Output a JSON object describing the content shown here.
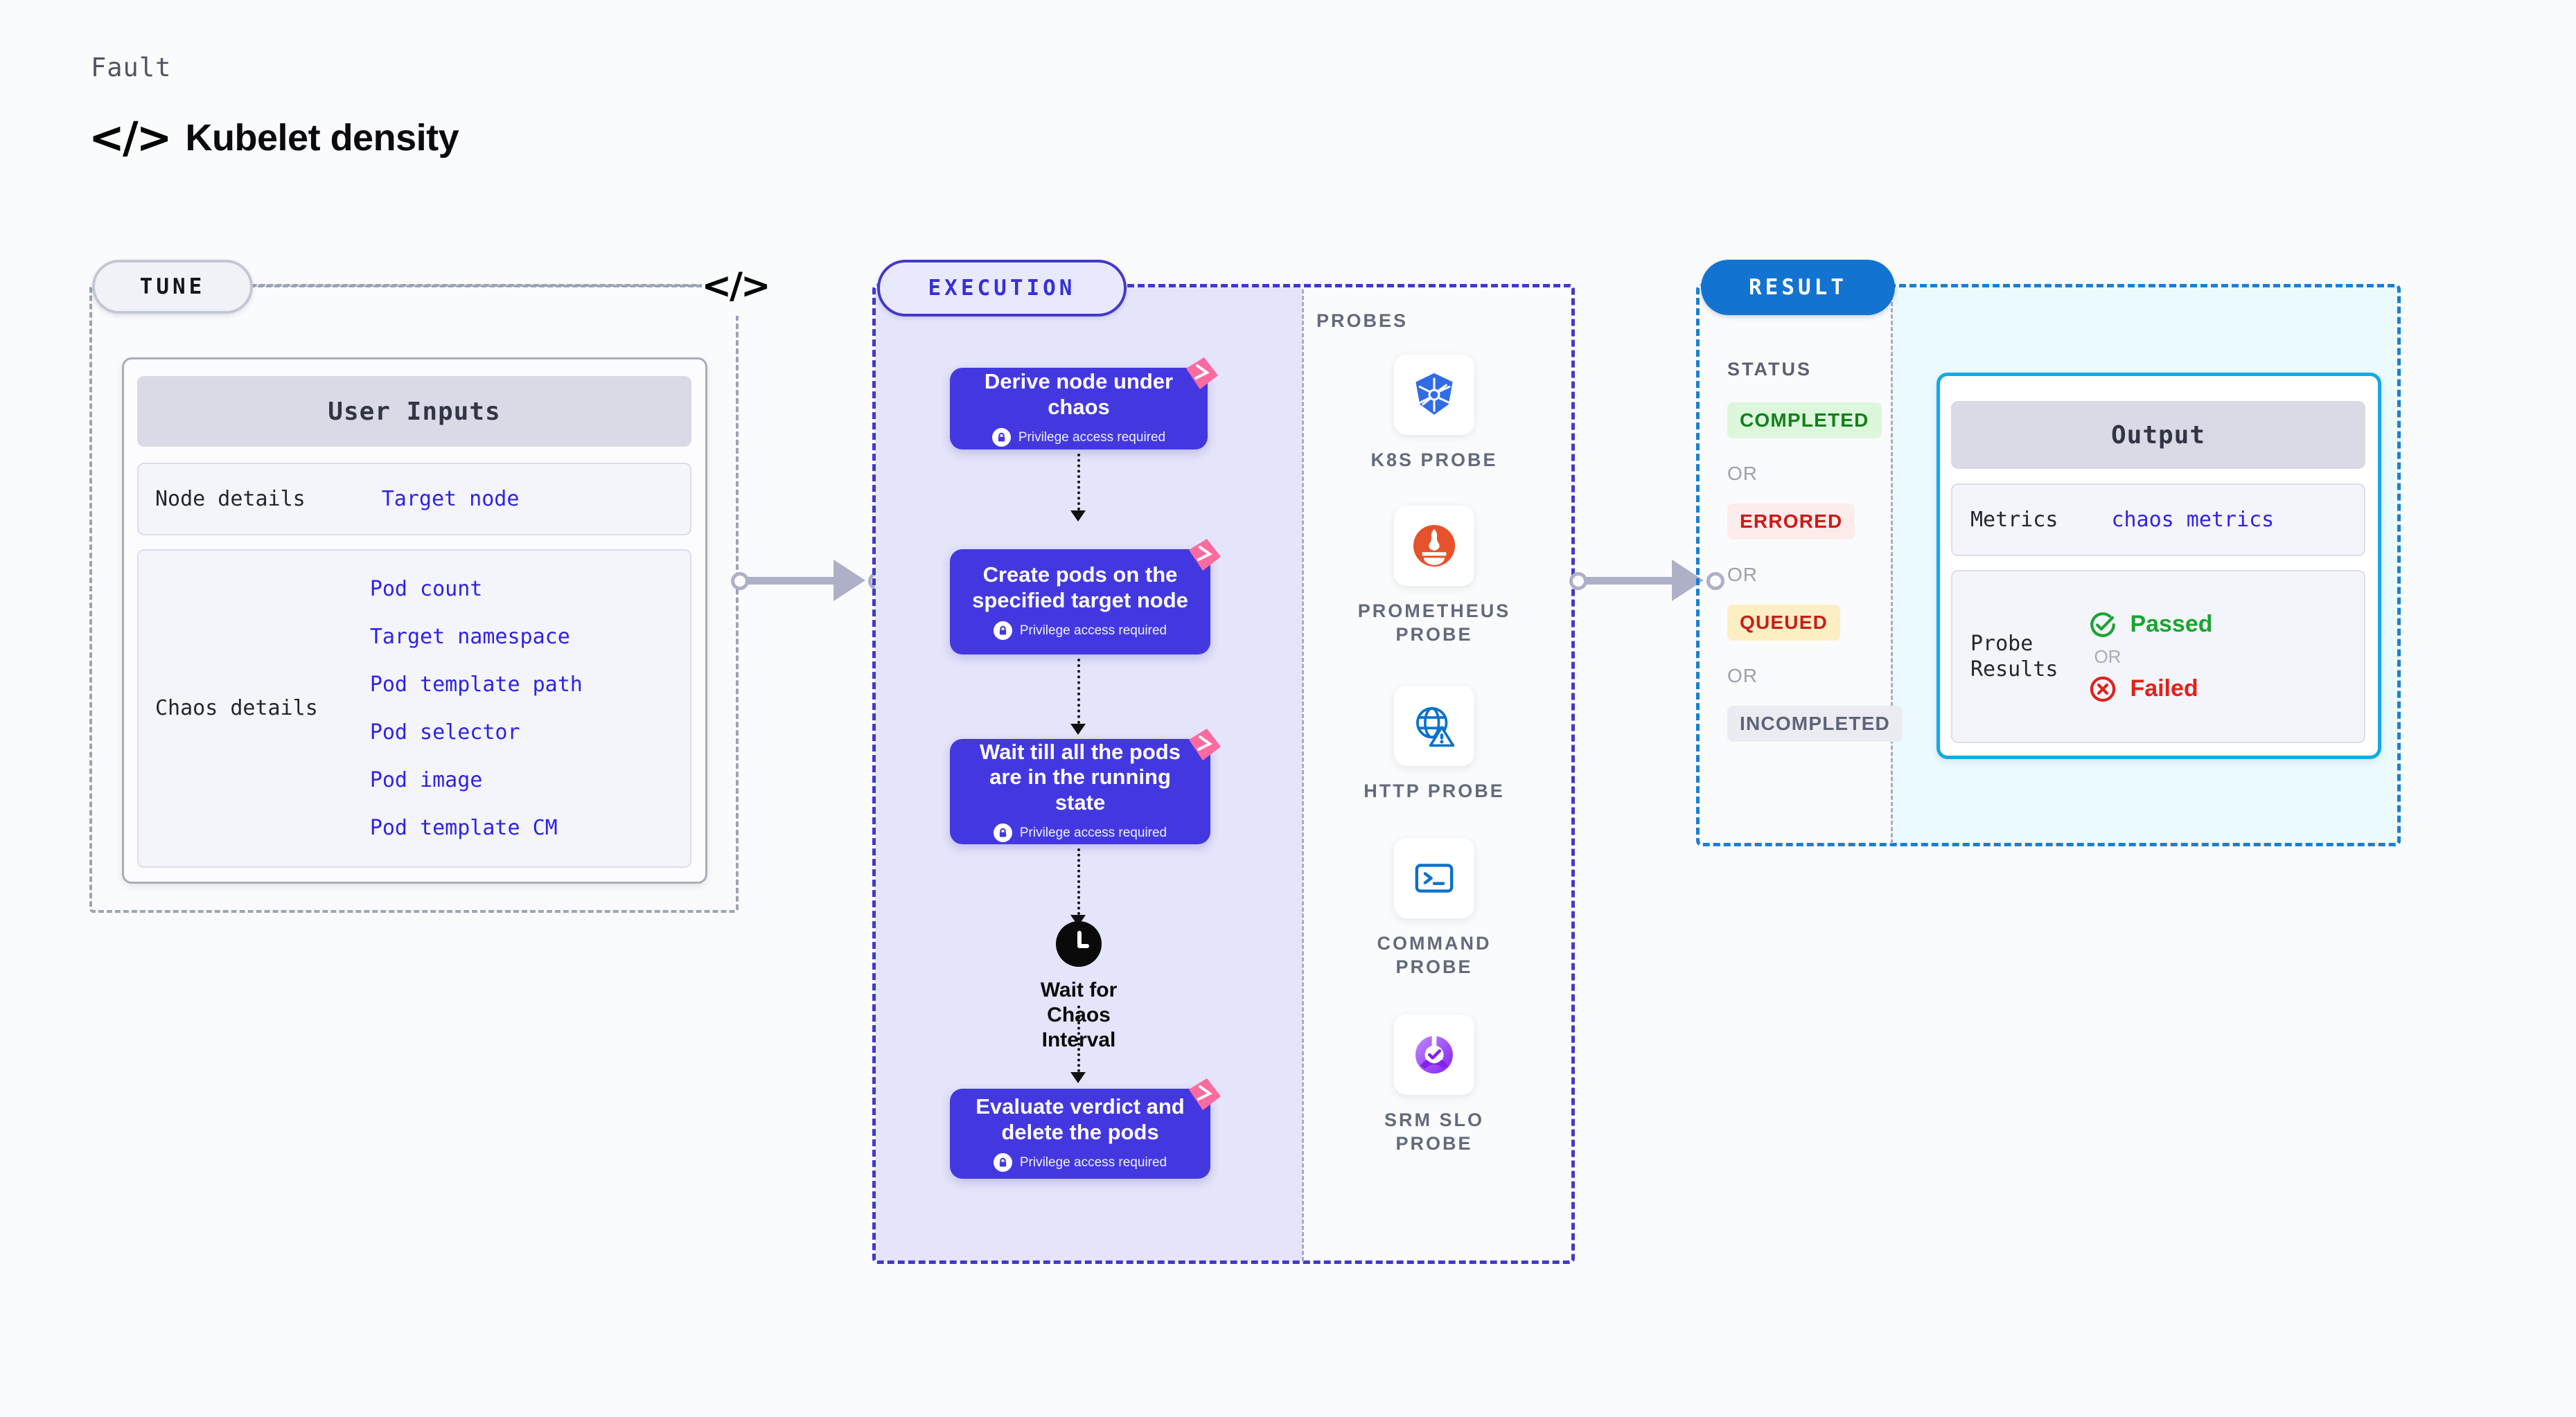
{
  "header": {
    "kicker": "Fault",
    "code_icon": "</>",
    "title": "Kubelet density"
  },
  "stages": {
    "tune": {
      "pill_label": "TUNE",
      "code_badge": "</>"
    },
    "execution": {
      "pill_label": "EXECUTION"
    },
    "result": {
      "pill_label": "RESULT"
    }
  },
  "tune": {
    "card_title": "User Inputs",
    "rows": [
      {
        "label": "Node details",
        "values": [
          "Target node"
        ]
      },
      {
        "label": "Chaos details",
        "values": [
          "Pod count",
          "Target namespace",
          "Pod template path",
          "Pod selector",
          "Pod image",
          "Pod template CM"
        ]
      }
    ]
  },
  "execution": {
    "blocks": [
      {
        "title": "Derive node under chaos",
        "note": "Privilege access required",
        "badge": "litmus-chaos-logo"
      },
      {
        "title": "Create pods on the specified target node",
        "note": "Privilege access required",
        "badge": "litmus-chaos-logo"
      },
      {
        "title": "Wait till all the pods are in the running state",
        "note": "Privilege access required",
        "badge": "litmus-chaos-logo"
      },
      {
        "title": "Evaluate verdict and delete the pods",
        "note": "Privilege access required",
        "badge": "litmus-chaos-logo"
      }
    ],
    "wait_step": {
      "label": "Wait for Chaos Interval",
      "icon": "clock-icon"
    }
  },
  "probes": {
    "title": "PROBES",
    "items": [
      {
        "label": "K8S PROBE",
        "icon": "kubernetes-icon"
      },
      {
        "label": "PROMETHEUS\nPROBE",
        "icon": "prometheus-icon"
      },
      {
        "label": "HTTP PROBE",
        "icon": "http-globe-icon"
      },
      {
        "label": "COMMAND\nPROBE",
        "icon": "terminal-icon"
      },
      {
        "label": "SRM SLO\nPROBE",
        "icon": "srm-slo-icon"
      }
    ]
  },
  "result": {
    "status_title": "STATUS",
    "or_label": "OR",
    "statuses": [
      {
        "label": "COMPLETED",
        "color": "#14801b",
        "bg": "#ddf7dd"
      },
      {
        "label": "ERRORED",
        "color": "#cc1a16",
        "bg": "#fdecec"
      },
      {
        "label": "QUEUED",
        "color": "#c71f19",
        "bg": "#fdeec4"
      },
      {
        "label": "INCOMPLETED",
        "color": "#5e6378",
        "bg": "#ebecf2"
      }
    ],
    "output": {
      "card_title": "Output",
      "metrics_label": "Metrics",
      "metrics_value": "chaos metrics",
      "probe_results_label": "Probe\nResults",
      "passed_label": "Passed",
      "failed_label": "Failed",
      "or_label": "OR"
    }
  },
  "colors": {
    "accent_indigo": "#4338e0",
    "accent_blue": "#1273d1",
    "accent_cyan": "#14aae3",
    "litmus_pink": "#fb6ba0",
    "link_blue": "#2f22e8"
  }
}
